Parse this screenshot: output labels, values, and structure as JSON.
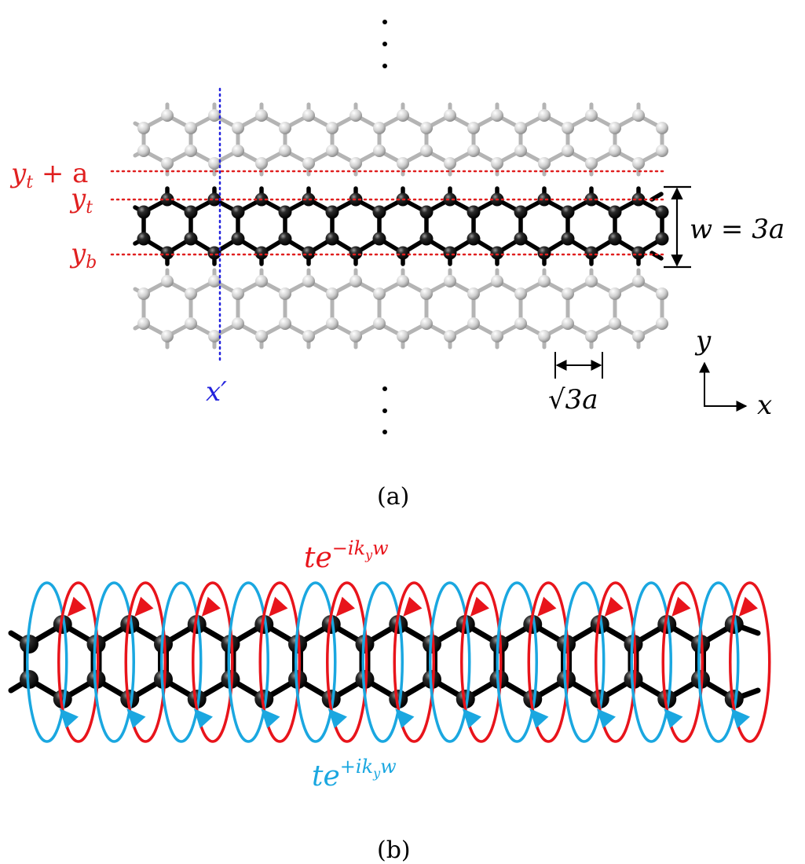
{
  "panel_a": {
    "caption": "(a)",
    "labels": {
      "yt_plus_a": "y",
      "yt_plus_a_sub": "t",
      "yt_plus_a_rest": " + a",
      "yt": "y",
      "yt_sub": "t",
      "yb": "y",
      "yb_sub": "b",
      "xprime": "x′",
      "width": "w = 3a",
      "spacing_root": "√",
      "spacing_rest": "3a",
      "axis_y": "y",
      "axis_x": "x"
    },
    "colors": {
      "ribbon": "#000000",
      "background_lattice": "#b4b4b4",
      "edge_lines": "#e02020",
      "cut_line": "#2222dd"
    }
  },
  "panel_b": {
    "caption": "(b)",
    "labels": {
      "top_t": "te",
      "top_exp": "−ik",
      "top_exp_sub": "y",
      "top_exp_end": "w",
      "bottom_t": "te",
      "bottom_exp": "+ik",
      "bottom_exp_sub": "y",
      "bottom_exp_end": "w"
    },
    "colors": {
      "top_hopping": "#e8141b",
      "bottom_hopping": "#1aa7e0",
      "ribbon": "#000000"
    }
  }
}
